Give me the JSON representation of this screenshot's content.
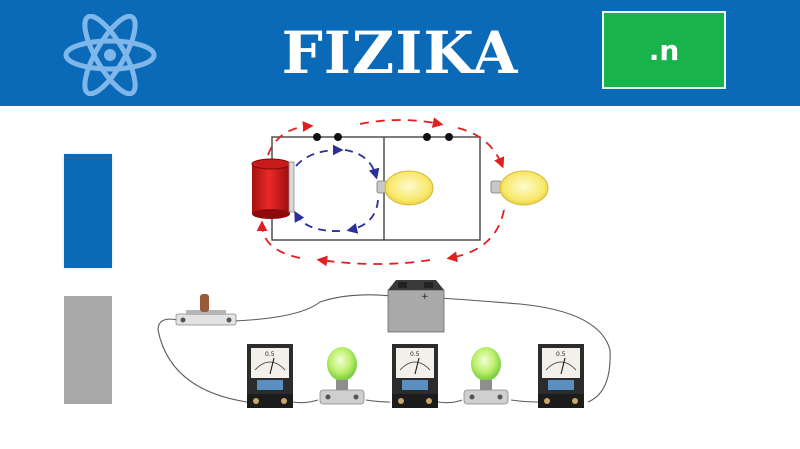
{
  "header": {
    "title": "FIZIKA",
    "badge_label": ".n",
    "background_color": "#0a6ab8",
    "badge_color": "#18b34a",
    "logo_icon": "atom-icon"
  },
  "side_bars": {
    "top_color": "#0a6ab8",
    "bottom_color": "#a8a8a8"
  },
  "circuit_schematic": {
    "components": [
      "battery",
      "bulb",
      "bulb"
    ],
    "flow_arrow_colors": [
      "#e02020",
      "#2a2f9a"
    ]
  },
  "circuit_photo": {
    "components": [
      "switch",
      "battery",
      "meter",
      "bulb",
      "meter",
      "bulb",
      "meter"
    ],
    "meter_scale_labels": [
      "0.5",
      "0.5",
      "0.5"
    ]
  }
}
